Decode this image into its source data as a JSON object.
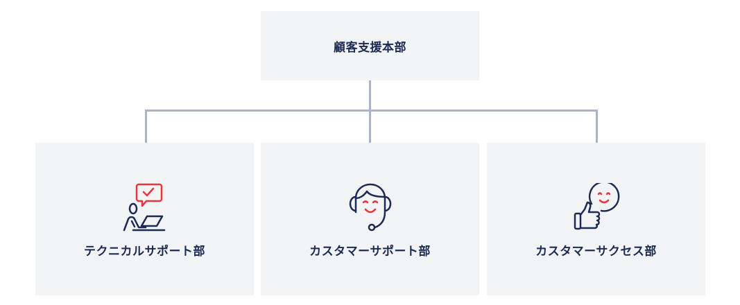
{
  "root": {
    "label": "顧客支援本部"
  },
  "departments": [
    {
      "label": "テクニカルサポート部",
      "icon": "technician-laptop-check-icon"
    },
    {
      "label": "カスタマーサポート部",
      "icon": "headset-operator-icon"
    },
    {
      "label": "カスタマーサクセス部",
      "icon": "thumbs-up-smile-icon"
    }
  ],
  "colors": {
    "navy": "#1b2a52",
    "red": "#e8343f",
    "box": "#f2f3f5",
    "line": "#a9b4c6"
  }
}
